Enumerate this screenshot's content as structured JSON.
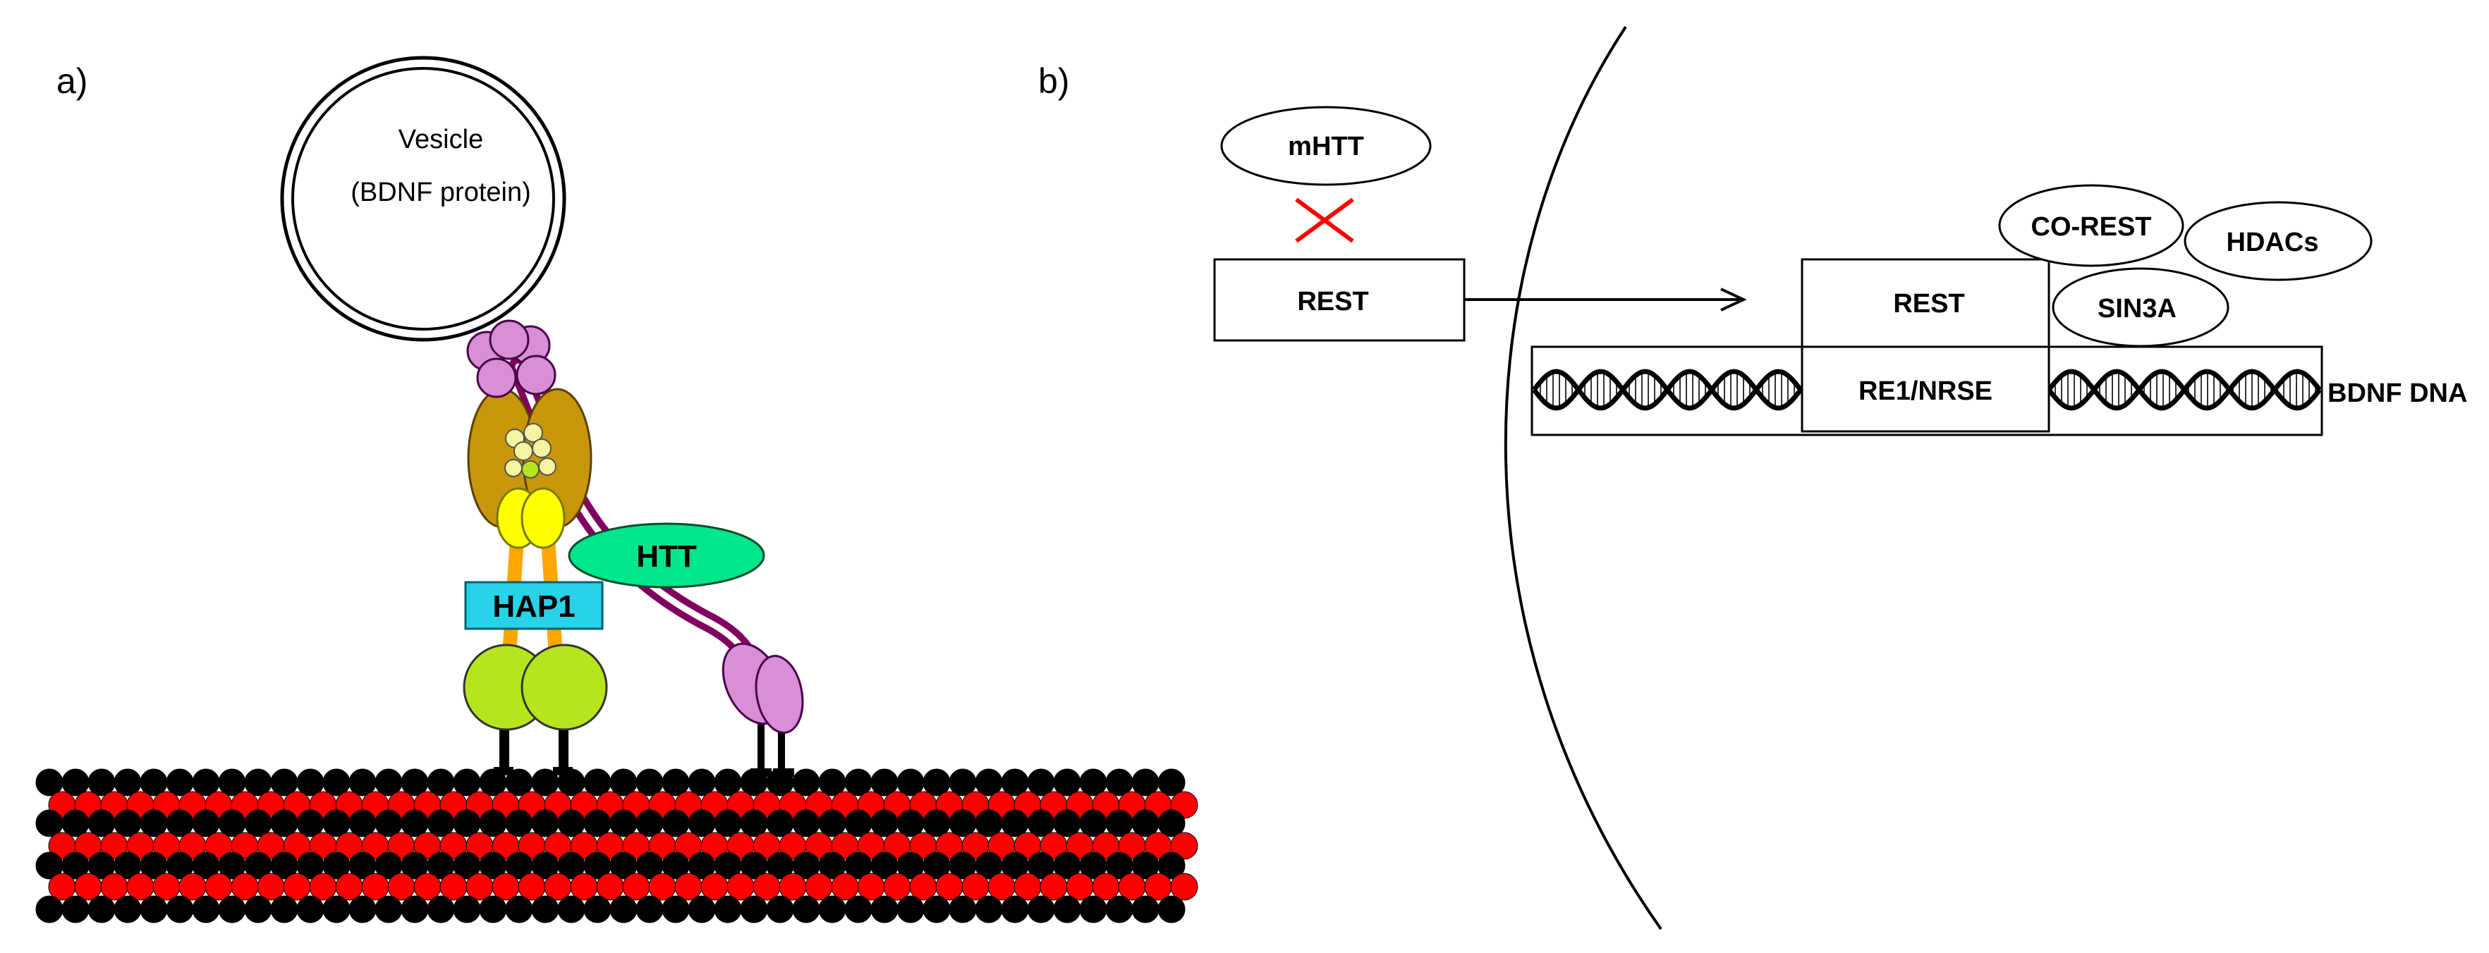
{
  "panel_a": {
    "label": "a)",
    "vesicle_title": "Vesicle",
    "vesicle_subtitle": "(BDNF protein)",
    "htt_label": "HTT",
    "hap1_label": "HAP1",
    "colors": {
      "microtubule_black": "#000000",
      "microtubule_red": "#ff0000",
      "kinesin_head": "#b5e61d",
      "dynein_purple": "#d88fd8",
      "dynein_stalk": "#800060",
      "dynein_ring": "#c8960a",
      "yellow": "#ffff00",
      "hap1": "#28d2e8",
      "htt": "#00e68a",
      "orange": "#ffa500"
    }
  },
  "panel_b": {
    "label": "b)",
    "mhtt_label": "mHTT",
    "inhibit_mark_color": "#ff0000",
    "rest_cytoplasm_label": "REST",
    "rest_nuclear_label": "REST",
    "co_rest_label": "CO-REST",
    "hdacs_label": "HDACs",
    "sin3a_label": "SIN3A",
    "re1_label": "RE1/NRSE",
    "bdnf_dna_label": "BDNF DNA"
  }
}
